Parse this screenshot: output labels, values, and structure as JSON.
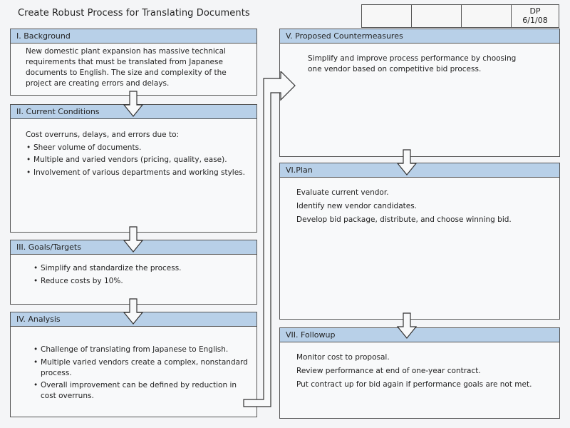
{
  "title": "Create Robust Process for Translating Documents",
  "header": {
    "owner": "DP",
    "date": "6/1/08"
  },
  "sections": {
    "background": {
      "heading": "I. Background",
      "text": "New domestic plant expansion has massive technical requirements that must be translated from Japanese documents to English. The size and complexity of the project are creating errors and delays."
    },
    "current": {
      "heading": "II. Current Conditions",
      "intro": "Cost overruns, delays, and errors due to:",
      "items": [
        "Sheer volume of documents.",
        "Multiple and varied vendors (pricing, quality, ease).",
        "Involvement of various departments and working styles."
      ]
    },
    "goals": {
      "heading": "III. Goals/Targets",
      "items": [
        "Simplify and standardize the process.",
        "Reduce costs by 10%."
      ]
    },
    "analysis": {
      "heading": "IV. Analysis",
      "items": [
        "Challenge of translating from Japanese to English.",
        "Multiple varied vendors create a complex, nonstandard process.",
        "Overall improvement can be defined by reduction in cost overruns."
      ]
    },
    "countermeasures": {
      "heading": "V. Proposed Countermeasures",
      "text": "Simplify and improve process performance by choosing one vendor based on competitive bid process."
    },
    "plan": {
      "heading": "VI.Plan",
      "items": [
        "Evaluate current vendor.",
        "Identify new vendor candidates.",
        "Develop bid package, distribute, and choose winning bid."
      ]
    },
    "followup": {
      "heading": "VII. Followup",
      "items": [
        "Monitor cost to proposal.",
        "Review performance at end of one-year contract.",
        "Put contract up for bid again if performance goals are not met."
      ]
    }
  }
}
